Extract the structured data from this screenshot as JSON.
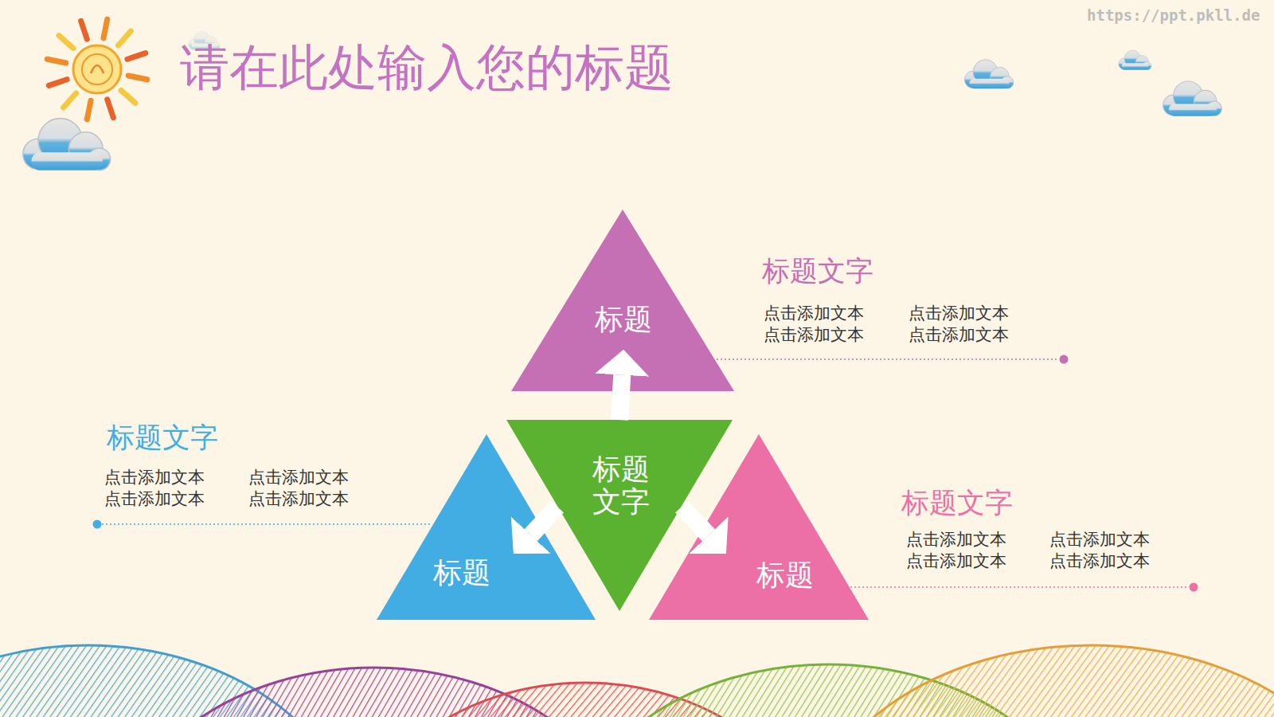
{
  "diagram": {
    "title": "请在此处输入您的标题",
    "nodes": [
      {
        "text": [
          "标题"
        ]
      },
      {
        "text": [
          "标题"
        ]
      },
      {
        "text": [
          "标题 文字"
        ]
      },
      {
        "text": [
          "标题"
        ]
      }
    ],
    "edges": [
      {
        "from": 2,
        "to": 0,
        "arrow": "to"
      },
      {
        "from": 2,
        "to": 1,
        "arrow": "to"
      },
      {
        "from": 2,
        "to": 3,
        "arrow": "to"
      }
    ],
    "labels": [
      "https://ppt.pkll.de",
      "标题文字",
      "点击添加文本 点击添加文本",
      "点击添加文本 点击添加文本",
      "标题文字",
      "点击添加文本 点击添加文本",
      "点击添加文本 点击添加文本",
      "标题文字",
      "点击添加文本 点击添加文本",
      "点击添加文本 点击添加文本"
    ]
  }
}
